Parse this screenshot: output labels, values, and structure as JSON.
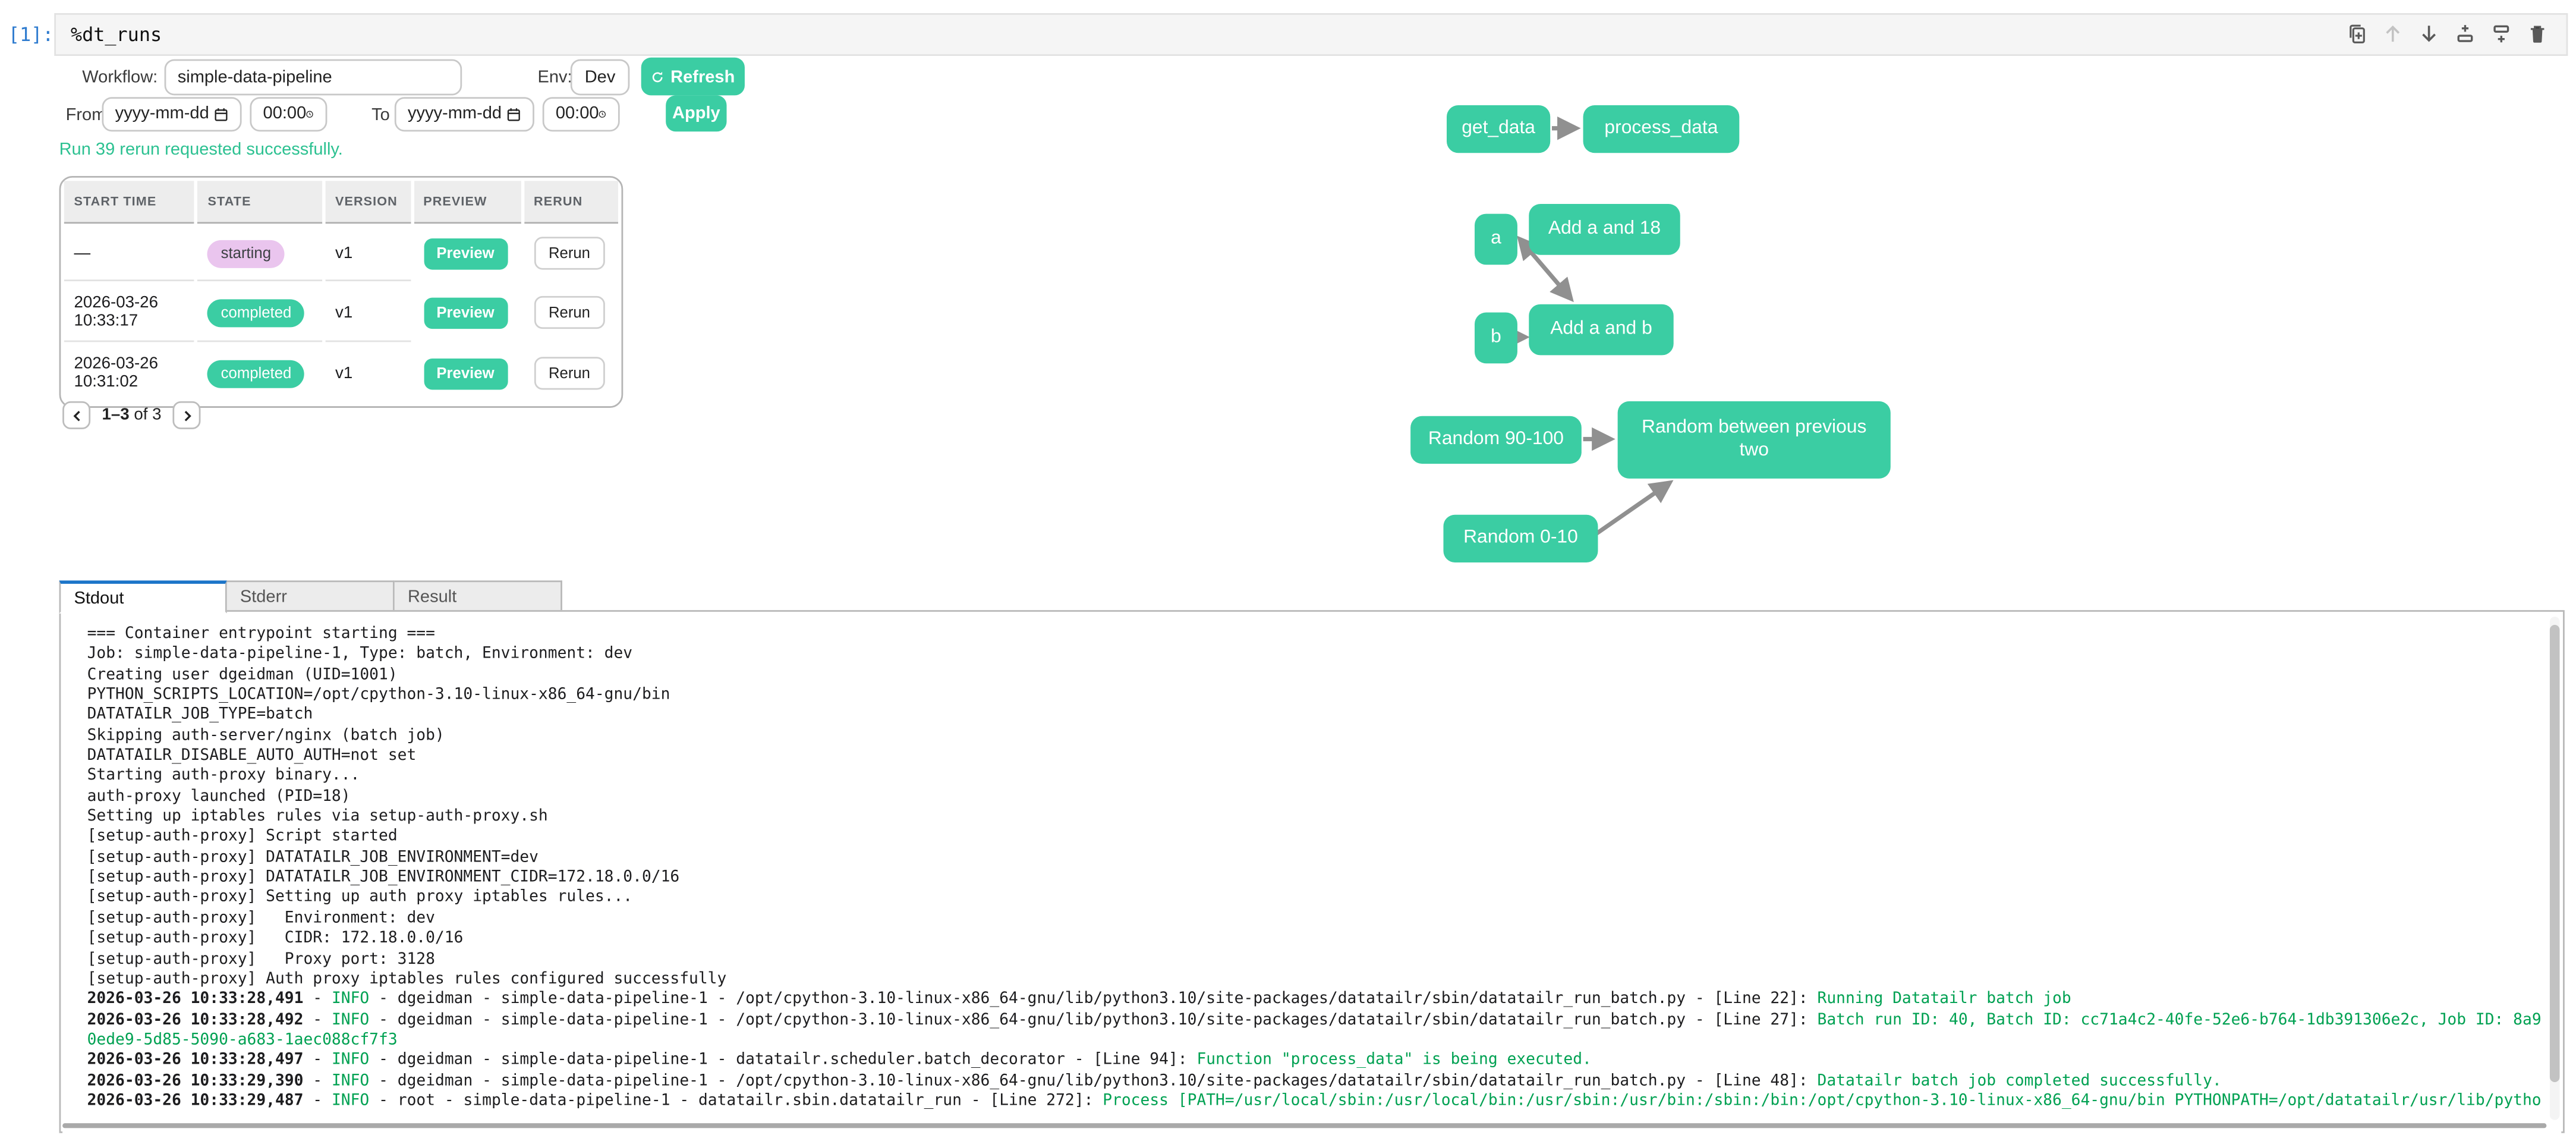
{
  "colors": {
    "accent": "#3bcda3",
    "log-green": "#00a152",
    "status-green": "#2cc191",
    "pill-purple": "#eac5ee",
    "tab-blue": "#1b74c8",
    "prompt-blue": "#2e7bcf"
  },
  "cell": {
    "prompt": "[1]:",
    "code": "%dt_runs",
    "toolbar_icons": [
      "duplicate-cell",
      "move-cell-up",
      "move-cell-down",
      "insert-cell-above",
      "insert-cell-below",
      "delete-cell"
    ]
  },
  "controls": {
    "workflow_label": "Workflow:",
    "workflow_value": "simple-data-pipeline",
    "env_label": "Env:",
    "env_value": "Dev",
    "refresh_label": "Refresh",
    "from_label": "From",
    "to_label": "To",
    "date_placeholder": "yyyy-mm-dd",
    "time_placeholder": "00:00",
    "apply_label": "Apply",
    "status_message": "Run 39 rerun requested successfully."
  },
  "runs_table": {
    "columns": [
      "START TIME",
      "STATE",
      "VERSION",
      "PREVIEW",
      "RERUN"
    ],
    "rows": [
      {
        "start_time": "—",
        "state": "starting",
        "version": "v1",
        "preview": "Preview",
        "rerun": "Rerun"
      },
      {
        "start_time": "2026-03-26 10:33:17",
        "state": "completed",
        "version": "v1",
        "preview": "Preview",
        "rerun": "Rerun"
      },
      {
        "start_time": "2026-03-26 10:31:02",
        "state": "completed",
        "version": "v1",
        "preview": "Preview",
        "rerun": "Rerun"
      }
    ],
    "pagination": {
      "range": "1–3",
      "of": "of 3"
    }
  },
  "dag": {
    "nodes": [
      {
        "id": "get_data",
        "label": "get_data"
      },
      {
        "id": "process_data",
        "label": "process_data"
      },
      {
        "id": "a",
        "label": "a"
      },
      {
        "id": "add_a_18",
        "label": "Add a and 18"
      },
      {
        "id": "b",
        "label": "b"
      },
      {
        "id": "add_a_b",
        "label": "Add a and b"
      },
      {
        "id": "rand90",
        "label": "Random 90-100"
      },
      {
        "id": "rand_between",
        "label": "Random between previous two"
      },
      {
        "id": "rand0",
        "label": "Random 0-10"
      }
    ],
    "edges": [
      {
        "from": "get_data",
        "to": "process_data"
      },
      {
        "from": "a",
        "to": "add_a_18"
      },
      {
        "from": "a",
        "to": "add_a_b"
      },
      {
        "from": "b",
        "to": "add_a_b"
      },
      {
        "from": "rand90",
        "to": "rand_between"
      },
      {
        "from": "rand0",
        "to": "rand_between"
      }
    ]
  },
  "tabs": [
    {
      "label": "Stdout",
      "active": true
    },
    {
      "label": "Stderr",
      "active": false
    },
    {
      "label": "Result",
      "active": false
    }
  ],
  "log": {
    "lines": [
      [
        {
          "s": "p",
          "t": "=== Container entrypoint starting ==="
        }
      ],
      [
        {
          "s": "p",
          "t": "Job: simple-data-pipeline-1, Type: batch, Environment: dev"
        }
      ],
      [
        {
          "s": "p",
          "t": "Creating user dgeidman (UID=1001)"
        }
      ],
      [
        {
          "s": "p",
          "t": "PYTHON_SCRIPTS_LOCATION=/opt/cpython-3.10-linux-x86_64-gnu/bin"
        }
      ],
      [
        {
          "s": "p",
          "t": "DATATAILR_JOB_TYPE=batch"
        }
      ],
      [
        {
          "s": "p",
          "t": "Skipping auth-server/nginx (batch job)"
        }
      ],
      [
        {
          "s": "p",
          "t": "DATATAILR_DISABLE_AUTO_AUTH=not set"
        }
      ],
      [
        {
          "s": "p",
          "t": "Starting auth-proxy binary..."
        }
      ],
      [
        {
          "s": "p",
          "t": "auth-proxy launched (PID=18)"
        }
      ],
      [
        {
          "s": "p",
          "t": "Setting up iptables rules via setup-auth-proxy.sh"
        }
      ],
      [
        {
          "s": "p",
          "t": "[setup-auth-proxy] Script started"
        }
      ],
      [
        {
          "s": "p",
          "t": "[setup-auth-proxy] DATATAILR_JOB_ENVIRONMENT=dev"
        }
      ],
      [
        {
          "s": "p",
          "t": "[setup-auth-proxy] DATATAILR_JOB_ENVIRONMENT_CIDR=172.18.0.0/16"
        }
      ],
      [
        {
          "s": "p",
          "t": "[setup-auth-proxy] Setting up auth proxy iptables rules..."
        }
      ],
      [
        {
          "s": "p",
          "t": "[setup-auth-proxy]   Environment: dev"
        }
      ],
      [
        {
          "s": "p",
          "t": "[setup-auth-proxy]   CIDR: 172.18.0.0/16"
        }
      ],
      [
        {
          "s": "p",
          "t": "[setup-auth-proxy]   Proxy port: 3128"
        }
      ],
      [
        {
          "s": "p",
          "t": "[setup-auth-proxy] Auth proxy iptables rules configured successfully"
        }
      ],
      [
        {
          "s": "b",
          "t": "2026-03-26 10:33:28,491"
        },
        {
          "s": "p",
          "t": " - "
        },
        {
          "s": "g",
          "t": "INFO"
        },
        {
          "s": "p",
          "t": " - dgeidman - simple-data-pipeline-1 - /opt/cpython-3.10-linux-x86_64-gnu/lib/python3.10/site-packages/datatailr/sbin/datatailr_run_batch.py - [Line 22]: "
        },
        {
          "s": "g",
          "t": "Running Datatailr batch job"
        }
      ],
      [
        {
          "s": "b",
          "t": "2026-03-26 10:33:28,492"
        },
        {
          "s": "p",
          "t": " - "
        },
        {
          "s": "g",
          "t": "INFO"
        },
        {
          "s": "p",
          "t": " - dgeidman - simple-data-pipeline-1 - /opt/cpython-3.10-linux-x86_64-gnu/lib/python3.10/site-packages/datatailr/sbin/datatailr_run_batch.py - [Line 27]: "
        },
        {
          "s": "g",
          "t": "Batch run ID: 40, Batch ID: cc71a4c2-40fe-52e6-b764-1db391306e2c, Job ID: 8a9"
        }
      ],
      [
        {
          "s": "g",
          "t": "0ede9-5d85-5090-a683-1aec088cf7f3"
        }
      ],
      [
        {
          "s": "b",
          "t": "2026-03-26 10:33:28,497"
        },
        {
          "s": "p",
          "t": " - "
        },
        {
          "s": "g",
          "t": "INFO"
        },
        {
          "s": "p",
          "t": " - dgeidman - simple-data-pipeline-1 - datatailr.scheduler.batch_decorator - [Line 94]: "
        },
        {
          "s": "g",
          "t": "Function \"process_data\" is being executed."
        }
      ],
      [
        {
          "s": "b",
          "t": "2026-03-26 10:33:29,390"
        },
        {
          "s": "p",
          "t": " - "
        },
        {
          "s": "g",
          "t": "INFO"
        },
        {
          "s": "p",
          "t": " - dgeidman - simple-data-pipeline-1 - /opt/cpython-3.10-linux-x86_64-gnu/lib/python3.10/site-packages/datatailr/sbin/datatailr_run_batch.py - [Line 48]: "
        },
        {
          "s": "g",
          "t": "Datatailr batch job completed successfully."
        }
      ],
      [
        {
          "s": "b",
          "t": "2026-03-26 10:33:29,487"
        },
        {
          "s": "p",
          "t": " - "
        },
        {
          "s": "g",
          "t": "INFO"
        },
        {
          "s": "p",
          "t": " - root - simple-data-pipeline-1 - datatailr.sbin.datatailr_run - [Line 272]: "
        },
        {
          "s": "g",
          "t": "Process [PATH=/usr/local/sbin:/usr/local/bin:/usr/sbin:/usr/bin:/sbin:/bin:/opt/cpython-3.10-linux-x86_64-gnu/bin PYTHONPATH=/opt/datatailr/usr/lib/pytho"
        }
      ]
    ]
  }
}
